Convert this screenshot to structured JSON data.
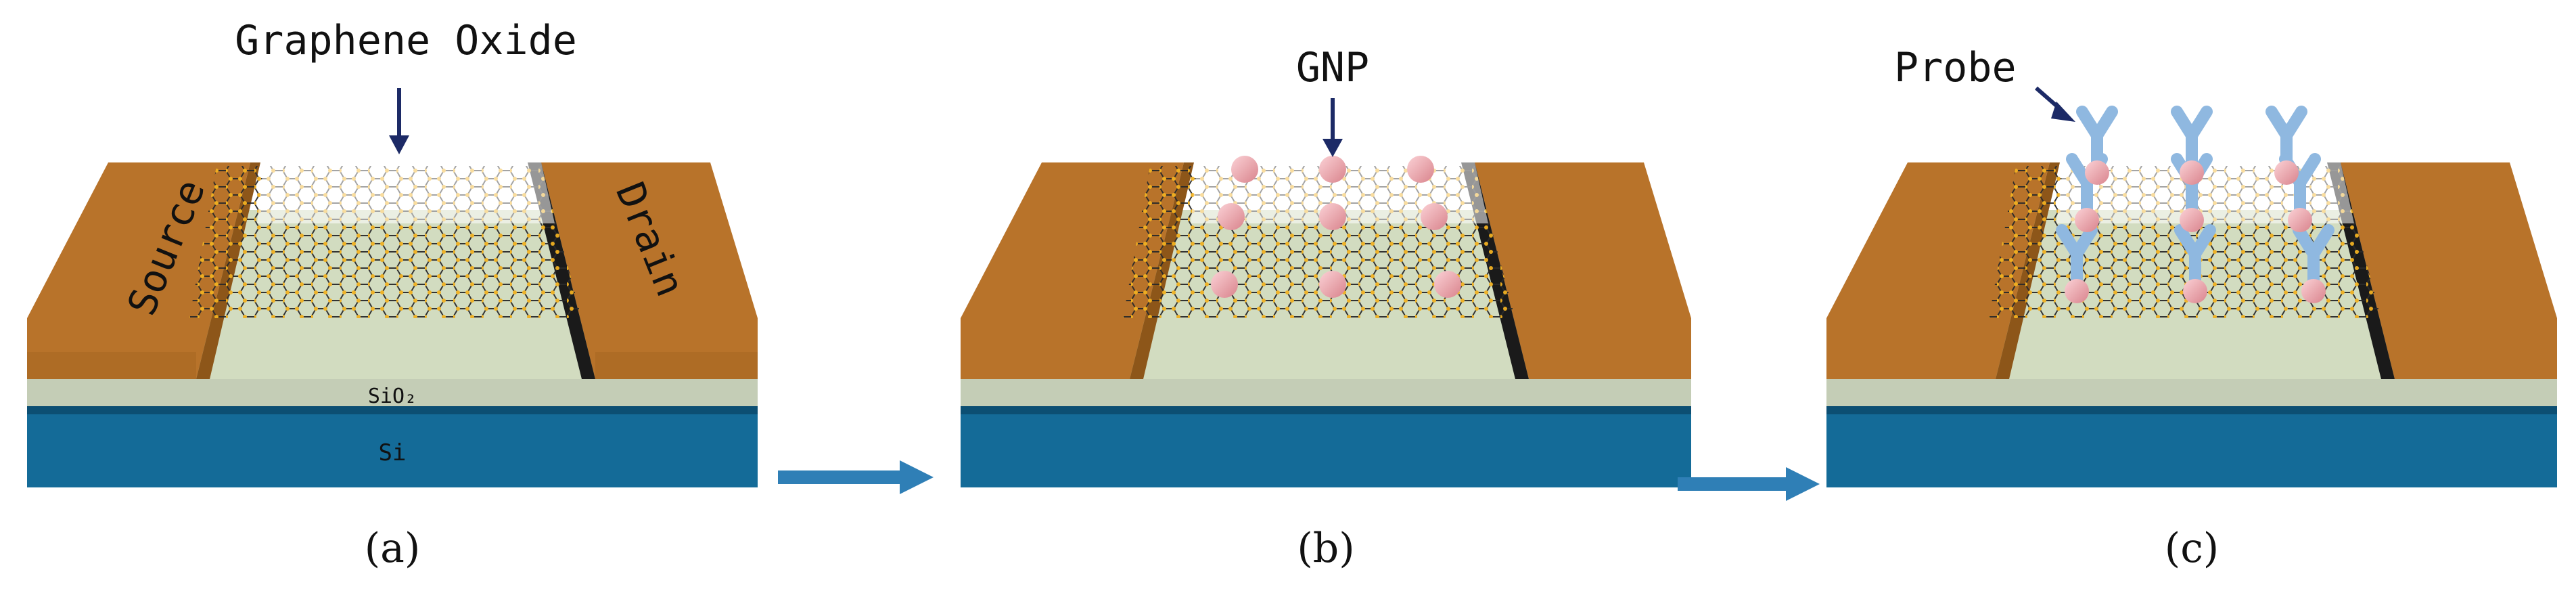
{
  "panels": [
    {
      "caption": "(a)",
      "pointer_label": "Graphene Oxide",
      "source_label": "Source",
      "drain_label": "Drain",
      "oxide_label": "SiO₂",
      "substrate_label": "Si"
    },
    {
      "caption": "(b)",
      "pointer_label": "GNP"
    },
    {
      "caption": "(c)",
      "pointer_label": "Probe"
    }
  ],
  "colors": {
    "electrode": "#b8732a",
    "electrode_dark": "#8d5619",
    "channel_floor": "#d2dcc0",
    "sio2": "#c4cdb6",
    "si": "#146b98",
    "si_dark": "#0c4f73",
    "graphene_line": "#2a2a2a",
    "graphene_atom": "#f0b020",
    "gnp": "#eea1a8",
    "probe": "#8fb8e0",
    "arrow": "#2f7fb6",
    "pointer": "#1c2a66"
  }
}
